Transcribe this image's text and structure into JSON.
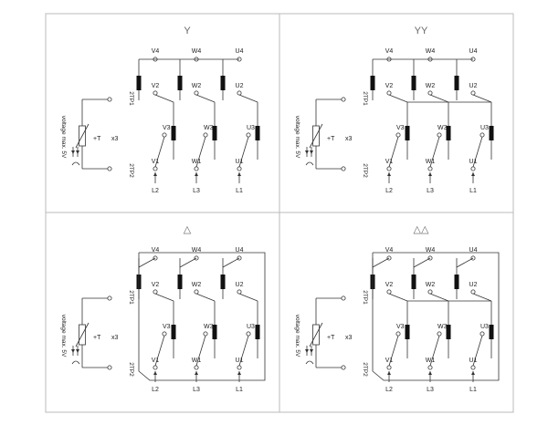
{
  "diagram": {
    "colors": {
      "line": "#333333",
      "frame": "#bbbbbb",
      "coil": "#111111",
      "background": "#ffffff"
    },
    "panels": [
      {
        "id": "star",
        "symbol": "Y",
        "top_terminals": [
          "V4",
          "W4",
          "U4"
        ],
        "mid_terminals": [
          "V2",
          "W2",
          "U2"
        ],
        "inner_terminals": [
          "V3",
          "W3",
          "U3"
        ],
        "bottom_terminals": [
          "V1",
          "W1",
          "U1"
        ],
        "lines": [
          "L2",
          "L3",
          "L1"
        ],
        "thermo": {
          "tp1": "2TP1",
          "tp2": "2TP2",
          "voltage": "voltage max. 5V",
          "plus_t": "+T",
          "count": "x3"
        }
      },
      {
        "id": "double-star",
        "symbol": "YY",
        "top_terminals": [
          "V4",
          "W4",
          "U4"
        ],
        "mid_terminals": [
          "V2",
          "W2",
          "U2"
        ],
        "inner_terminals": [
          "V3",
          "W3",
          "U3"
        ],
        "bottom_terminals": [
          "V1",
          "W1",
          "U1"
        ],
        "lines": [
          "L2",
          "L3",
          "L1"
        ],
        "thermo": {
          "tp1": "2TP1",
          "tp2": "2TP2",
          "voltage": "voltage max. 5V",
          "plus_t": "+T",
          "count": "x3"
        }
      },
      {
        "id": "delta",
        "symbol": "△",
        "top_terminals": [
          "V4",
          "W4",
          "U4"
        ],
        "mid_terminals": [
          "V2",
          "W2",
          "U2"
        ],
        "inner_terminals": [
          "V3",
          "W3",
          "U3"
        ],
        "bottom_terminals": [
          "V1",
          "W1",
          "U1"
        ],
        "lines": [
          "L2",
          "L3",
          "L1"
        ],
        "thermo": {
          "tp1": "2TP1",
          "tp2": "2TP2",
          "voltage": "voltage max. 5V",
          "plus_t": "+T",
          "count": "x3"
        }
      },
      {
        "id": "double-delta",
        "symbol": "△△",
        "top_terminals": [
          "V4",
          "W4",
          "U4"
        ],
        "mid_terminals": [
          "V2",
          "W2",
          "U2"
        ],
        "inner_terminals": [
          "V3",
          "W3",
          "U3"
        ],
        "bottom_terminals": [
          "V1",
          "W1",
          "U1"
        ],
        "lines": [
          "L2",
          "L3",
          "L1"
        ],
        "thermo": {
          "tp1": "2TP1",
          "tp2": "2TP2",
          "voltage": "voltage max. 5V",
          "plus_t": "+T",
          "count": "x3"
        }
      }
    ]
  }
}
